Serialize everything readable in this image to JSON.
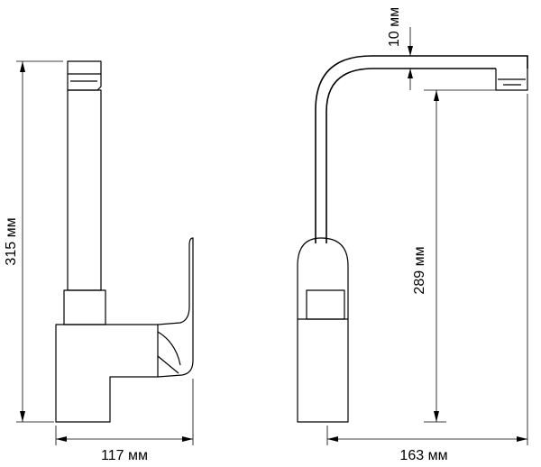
{
  "dimensions": {
    "height_total": "315 мм",
    "width_side": "117 мм",
    "spout_reach": "163 мм",
    "spout_height": "289 мм",
    "spout_thickness": "10 мм"
  }
}
